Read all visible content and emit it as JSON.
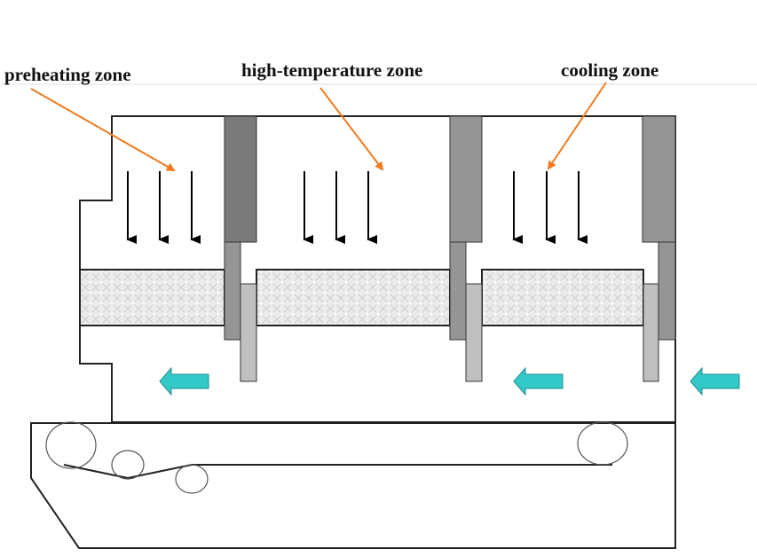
{
  "diagram": {
    "title": "Conveyor furnace zones",
    "labels": {
      "preheating": "preheating zone",
      "high_temperature": "high-temperature zone",
      "cooling": "cooling zone"
    },
    "colors": {
      "outline": "#222222",
      "pointer_arrow": "#f07a1f",
      "flow_arrow": "#33c9c9",
      "flow_arrow_stroke": "#1f8f8f",
      "wall_dark": "#7a7a7a",
      "wall_mid": "#959595",
      "wall_light": "#c0c0c0",
      "heater_fill": "#e6e6e6",
      "arrow_black": "#000000"
    },
    "zones": [
      {
        "id": "preheating",
        "downward_arrows": 3
      },
      {
        "id": "high-temperature",
        "downward_arrows": 3
      },
      {
        "id": "cooling",
        "downward_arrows": 3
      }
    ],
    "gas_flow_arrows": 3,
    "gas_flow_direction": "left",
    "rollers": 4
  }
}
